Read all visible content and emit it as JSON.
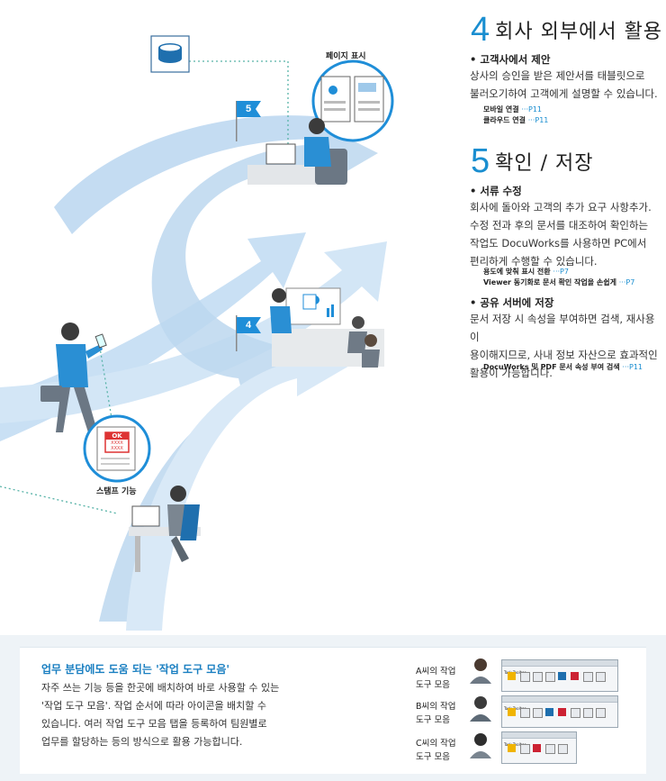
{
  "section4": {
    "number": "4",
    "title": "회사 외부에서 활용",
    "subhead": "고객사에서 제안",
    "body": [
      "상사의 승인을 받은 제안서를 태블릿으로",
      "불러오기하여 고객에게 설명할 수 있습니다."
    ],
    "refs": [
      {
        "label": "모바일 연결",
        "page": "···P11"
      },
      {
        "label": "클라우드 연결",
        "page": "···P11"
      }
    ]
  },
  "section5": {
    "number": "5",
    "title": "확인 / 저장",
    "sub1": {
      "subhead": "서류 수정",
      "body": [
        "회사에 돌아와 고객의 추가 요구 사항추가.",
        "수정 전과 후의 문서를 대조하여 확인하는",
        "작업도 DocuWorks를 사용하면 PC에서",
        "편리하게 수행할 수 있습니다."
      ],
      "refs": [
        {
          "label": "용도에 맞춰 표시 전환",
          "page": "···P7"
        },
        {
          "label": "Viewer 동기화로 문서 확인 작업을 손쉽게",
          "page": "···P7"
        }
      ]
    },
    "sub2": {
      "subhead": "공유 서버에 저장",
      "body": [
        "문서 저장 시 속성을 부여하면 검색, 재사용이",
        "용이해지므로, 사내 정보 자산으로 효과적인",
        "활용이 가능합니다."
      ],
      "refs": [
        {
          "label": "DocuWorks 및 PDF 문서 속성 부여 검색",
          "page": "···P11"
        }
      ]
    }
  },
  "labels": {
    "page_display": "페이지 표시",
    "stamp_function": "스탬프 기능",
    "flag5": "5",
    "flag4": "4",
    "stamp_ok": "OK",
    "stamp_x1": "XXXX",
    "stamp_x2": "XXXX"
  },
  "bottom": {
    "title": "업무 분담에도 도움 되는 '작업 도구 모음'",
    "body": [
      "자주 쓰는 기능 등을 한곳에 배치하여 바로 사용할 수 있는",
      "'작업 도구 모음'. 작업 순서에 따라 아이콘을 배치할 수",
      "있습니다. 여러 작업 도구 모음 탭을 등록하여 팀원별로",
      "업무를 할당하는 등의 방식으로 활용 가능합니다."
    ],
    "toolbars": [
      {
        "line1": "A씨의 작업",
        "line2": "도구 모음"
      },
      {
        "line1": "B씨의 작업",
        "line2": "도구 모음"
      },
      {
        "line1": "C씨의 작업",
        "line2": "도구 모음"
      }
    ],
    "toolbar_title": "Task Toolbar"
  },
  "colors": {
    "accent": "#1a8ed0",
    "arrow": "#c7def2",
    "person_suit": "#2a8fd4"
  }
}
